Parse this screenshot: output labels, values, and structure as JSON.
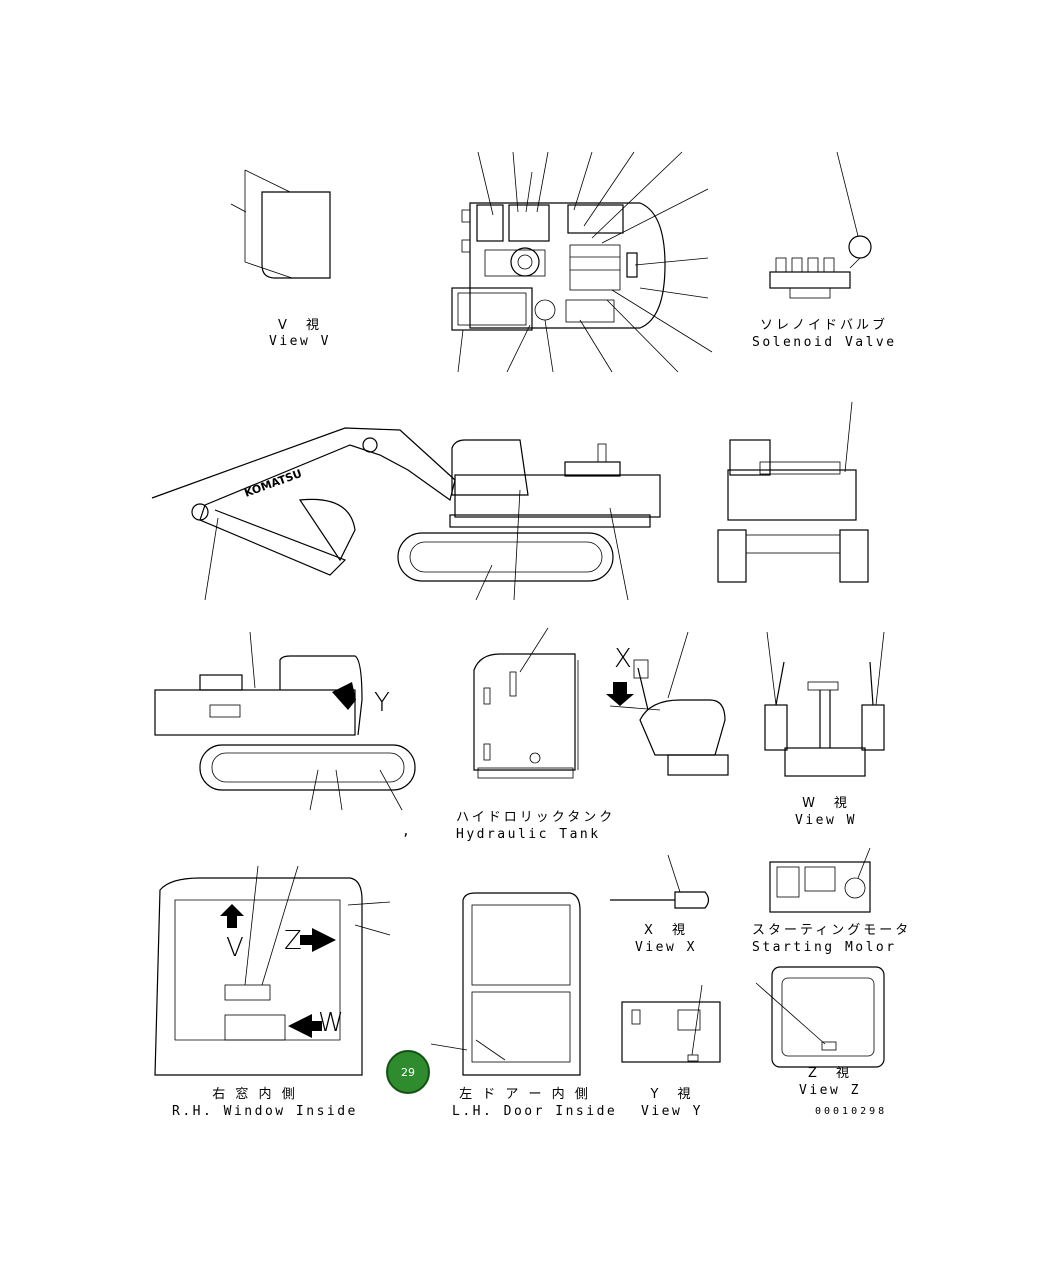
{
  "views": {
    "view_v": {
      "jp": "V　視",
      "en": "View V"
    },
    "solenoid": {
      "jp": "ソレノイドバルブ",
      "en": "Solenoid Valve"
    },
    "hydraulic": {
      "jp": "ハイドロリックタンク",
      "en": "Hydraulic Tank"
    },
    "view_w": {
      "jp": "W　視",
      "en": "View W"
    },
    "view_x": {
      "jp": "X　視",
      "en": "View X"
    },
    "starting": {
      "jp": "スターティングモータ",
      "en": "Starting Molor"
    },
    "rh_window": {
      "jp": "右 窓 内 側",
      "en": "R.H. Window Inside"
    },
    "lh_door": {
      "jp": "左 ド ア ー 内 側",
      "en": "L.H. Door Inside"
    },
    "view_y": {
      "jp": "Y　視",
      "en": "View Y"
    },
    "view_z": {
      "jp": "Z　視",
      "en": "View Z"
    }
  },
  "markers": {
    "y": "Y",
    "x": "X",
    "v": "V",
    "z": "Z",
    "w": "W",
    "comma": ","
  },
  "brand": "KOMATSU",
  "badge": "29",
  "reference": "00010298",
  "colors": {
    "badge": "#2e8b2e",
    "line": "#000000"
  }
}
